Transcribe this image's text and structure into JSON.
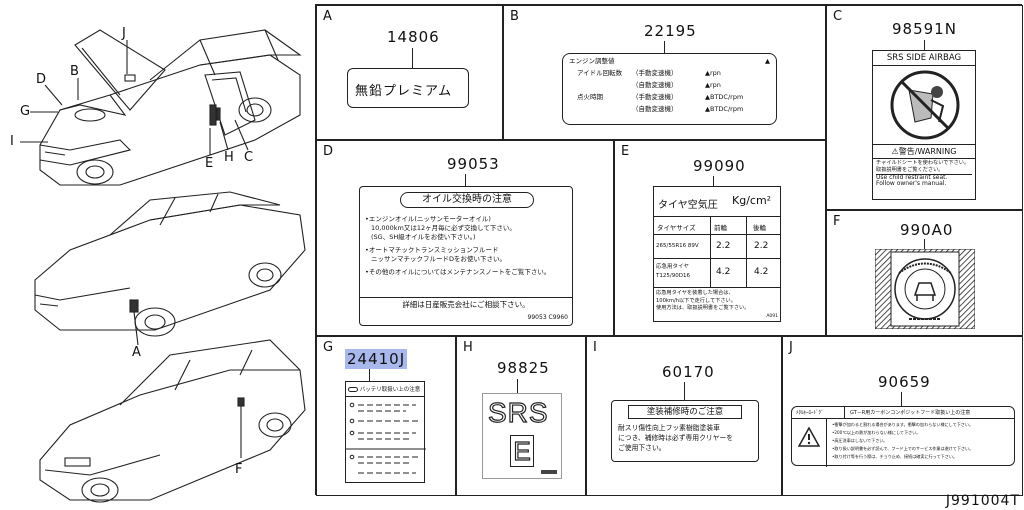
{
  "callouts": [
    "J",
    "D",
    "B",
    "G",
    "I",
    "E",
    "H",
    "C",
    "A",
    "F"
  ],
  "cells": {
    "A": {
      "letter": "A",
      "part_no": "14806",
      "label_text": "無鉛プレミアム"
    },
    "B": {
      "letter": "B",
      "part_no": "22195",
      "header": "エンジン調整値",
      "rows": [
        {
          "col1": "アイドル回転数",
          "col2": "（手動変速機）",
          "col3": "▲rpn"
        },
        {
          "col1": "",
          "col2": "（自動変速機）",
          "col3": "▲rpn"
        },
        {
          "col1": "点火時期",
          "col2": "（手動変速機）",
          "col3": "▲BTDC/rpm"
        },
        {
          "col1": "",
          "col2": "（自動変速機）",
          "col3": "▲BTDC/rpm"
        }
      ],
      "corner_mark": "▲"
    },
    "C": {
      "letter": "C",
      "part_no": "98591N",
      "title": "SRS SIDE AIRBAG",
      "warning": "警告/WARNING",
      "jp_line1": "チャイルドシートを使わないで下さい。",
      "jp_line2": "取扱説明書をご覧ください。",
      "en_line1": "Use child restraint seat.",
      "en_line2": "Follow owner's manual."
    },
    "D": {
      "letter": "D",
      "part_no": "99053",
      "title": "オイル交換時の注意",
      "lines": [
        "•エンジンオイル(ニッサンモーターオイル)",
        "10,000km又は12ヶ月毎に必ず交換して下さい。",
        "(SG、SH級オイルをお使い下さい。)",
        "•オートマチックトランスミッションフルード",
        "ニッサンマチックフルードDをお使い下さい。",
        "•その他のオイルについてはメンテナンスノートをご覧下さい。"
      ],
      "footer": "詳細は日産販売会社にご相談下さい。",
      "code": "99053 C9960"
    },
    "E": {
      "letter": "E",
      "part_no": "99090",
      "title": "タイヤ空気圧",
      "unit": "Kg/cm²",
      "table_headers": [
        "タイヤサイズ",
        "前輪",
        "後輪"
      ],
      "table_rows": [
        {
          "size": "265/55R16 89V",
          "front": "2.2",
          "rear": "2.2"
        },
        {
          "size": "応急用タイヤ T125/90D16",
          "front": "4.2",
          "rear": "4.2"
        }
      ],
      "note1": "応急用タイヤを装着した場合は、",
      "note2": "100km/h以下で走行して下さい。",
      "note3": "使用方法は、取扱説明書をご覧下さい。",
      "code": "A091"
    },
    "F": {
      "letter": "F",
      "part_no": "990A0"
    },
    "G": {
      "letter": "G",
      "part_no": "24410J",
      "label_title": "バッテリ取扱い上の注意"
    },
    "H": {
      "letter": "H",
      "part_no": "98825",
      "srs_text": "SRS",
      "e_text": "E"
    },
    "I": {
      "letter": "I",
      "part_no": "60170",
      "title": "塗装補修時のご注意",
      "line1": "耐スリ傷性向上フッ素樹脂塗装車",
      "line2": "につき、補修時は必ず専用クリヤーを",
      "line3": "ご使用下さい。"
    },
    "J": {
      "letter": "J",
      "part_no": "90659",
      "header_left": "ﾒﾀﾙﾎｰﾛｰﾄﾞｸﾞ",
      "header_right": "GT－R用カーボンコンポジットフード取扱い上の注意",
      "lines": [
        "•衝撃が加わると割れる場合があります。衝撃の加わらない様にして下さい。",
        "•200℃以上の熱が加わらない様にして下さい。",
        "•高圧洗車はしないで下さい。",
        "•取り扱い説明書を必ず読んで、フード上でのサービス作業は避けて下さい。",
        "•取り付け等を行う際は、チョウ止め、接続は確実に行って下さい。"
      ]
    }
  },
  "diagram_code": "J991004T",
  "colors": {
    "highlight": "#a9b8ec",
    "line": "#222222"
  }
}
